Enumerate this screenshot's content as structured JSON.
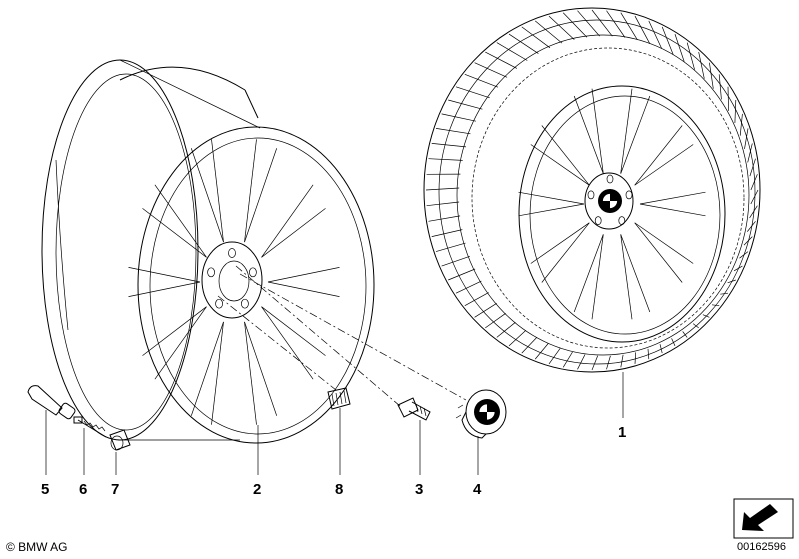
{
  "callouts": [
    {
      "id": "1",
      "label": "1"
    },
    {
      "id": "2",
      "label": "2"
    },
    {
      "id": "3",
      "label": "3"
    },
    {
      "id": "4",
      "label": "4"
    },
    {
      "id": "5",
      "label": "5"
    },
    {
      "id": "6",
      "label": "6"
    },
    {
      "id": "7",
      "label": "7"
    },
    {
      "id": "8",
      "label": "8"
    }
  ],
  "copyright": "© BMW AG",
  "document_id": "00162596",
  "icons": {
    "logo": "bmw-roundel-icon",
    "nav": "arrow-down-left-icon"
  }
}
